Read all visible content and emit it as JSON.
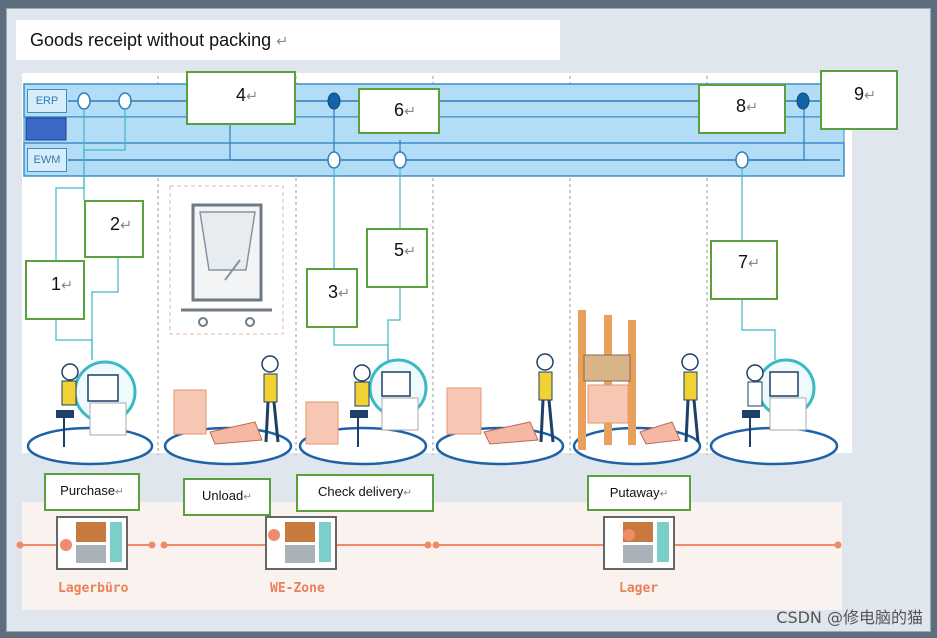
{
  "title": "Goods receipt without packing",
  "return_mark": "↵",
  "systems": {
    "erp": "ERP",
    "ewm": "EWM"
  },
  "steps": [
    "1",
    "2",
    "3",
    "4",
    "5",
    "6",
    "7",
    "8",
    "9"
  ],
  "activities": {
    "purchase": "Purchase",
    "unload": "Unload",
    "check_delivery": "Check delivery",
    "putaway": "Putaway"
  },
  "zones": {
    "lagerburo": "Lagerbüro",
    "we_zone": "WE-Zone",
    "lager": "Lager"
  },
  "watermark": "CSDN @修电脑的猫",
  "colors": {
    "band": "#b3dcf7",
    "band_border": "#3a8fc7",
    "box_border": "#5aa03c",
    "connector": "#3cb9c6",
    "zone_text": "#e8825a",
    "timeline": "#ef8a6a"
  }
}
